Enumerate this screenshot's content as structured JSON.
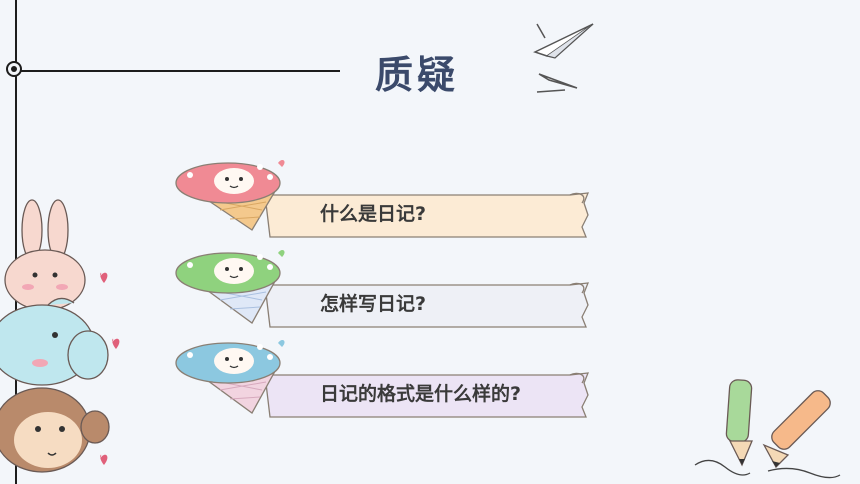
{
  "slide": {
    "title": "质疑",
    "questions": [
      {
        "text": "什么是日记?",
        "scoop_color": "#f08a94",
        "banner_color": "#fcebd5"
      },
      {
        "text": "怎样写日记?",
        "scoop_color": "#8fd27e",
        "banner_color": "#eef0f6"
      },
      {
        "text": "日记的格式是什么样的?",
        "scoop_color": "#8cc8e0",
        "banner_color": "#ece4f5"
      }
    ]
  },
  "decor": {
    "left_animals": [
      "rabbit",
      "elephant",
      "monkey"
    ],
    "icons": [
      "paper-plane-icon",
      "pencil-icon",
      "heart-icon"
    ]
  }
}
